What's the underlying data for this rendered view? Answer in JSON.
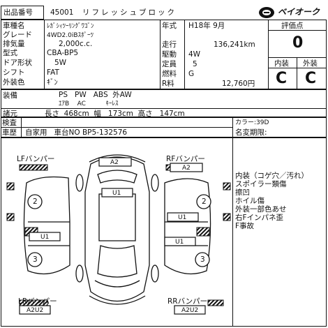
{
  "header": {
    "lot_label": "出品番号",
    "lot_number": "45001",
    "title": "リフレッシュブロック",
    "brand": "ベイオーク"
  },
  "specs": {
    "car_name_label": "車種名",
    "car_name": "ﾚｶﾞｼｨﾂｰﾘﾝｸﾞﾜｺﾞﾝ",
    "grade_label": "グレード",
    "grade": "4WD2.0iBｽﾎﾟｰﾂ",
    "displacement_label": "排気量",
    "displacement": "2,000c.c.",
    "model_label": "型式",
    "model": "CBA-BP5",
    "doors_label": "ドア形状",
    "doors": "5W",
    "shift_label": "シフト",
    "shift": "FAT",
    "color_label": "外装色",
    "color": "ｷﾞﾝ",
    "year_label": "年式",
    "year": "H18年 9月",
    "mileage_label": "走行",
    "mileage": "136,241km",
    "drive_label": "駆動",
    "drive": "4W",
    "capacity_label": "定員",
    "capacity": "5",
    "fuel_label": "燃料",
    "fuel": "G",
    "recycle_label": "R料",
    "recycle": "12,760円"
  },
  "rating": {
    "score_label": "評価点",
    "score": "0",
    "interior_label": "内装",
    "exterior_label": "外装",
    "interior": "C",
    "exterior": "C"
  },
  "equipment": {
    "label": "装備",
    "line1": "PS   PW   ABS  外AW",
    "line2": "ｴｱB    AC          ｷｰﾚｽ"
  },
  "dimensions": {
    "label": "諸元",
    "text": "長さ  468cm  幅   173cm  高さ   147cm"
  },
  "inspection": {
    "label": "検査",
    "history_label": "車歴",
    "history": "自家用   車台NO BP5-132576",
    "color_code": "カラー:39D",
    "name_change": "名変期限:"
  },
  "diagram": {
    "lf_bumper": "LFバンパー",
    "rf_bumper": "RFバンパー",
    "lr_bumper": "LRバンパー",
    "rr_bumper": "RRバンパー",
    "a2_top": "A2",
    "a2_right": "A2",
    "u1_roof": "U1",
    "u1_right": "U1",
    "u1_left": "U1",
    "u1_center": "U1",
    "a2u2_left": "A2U2",
    "a2u2_right": "A2U2",
    "circle_2_left": "2",
    "circle_2_right": "2",
    "circle_3_left": "3",
    "circle_3_right": "3"
  },
  "notes": [
    "内装（コゲ穴／汚れ）",
    "スポイラー類傷",
    "擦凹",
    "ホイル傷",
    "外装一部色あせ",
    "右Fインパネ歪",
    "F事故"
  ]
}
